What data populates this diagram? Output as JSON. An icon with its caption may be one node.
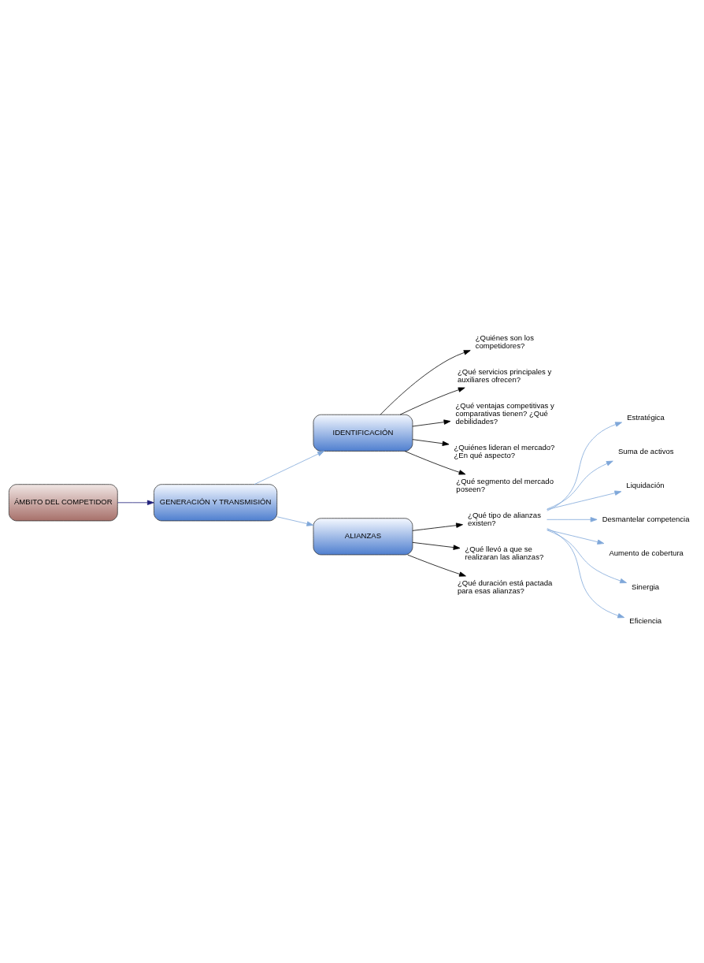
{
  "diagram": {
    "nodes": [
      {
        "text": [
          "ÁMBITO DEL COMPETIDOR"
        ]
      },
      {
        "text": [
          "GENERACIÓN Y TRANSMISIÓN"
        ]
      },
      {
        "text": [
          "IDENTIFICACIÓN"
        ]
      },
      {
        "text": [
          "¿Quiénes son los competidores?"
        ]
      },
      {
        "text": [
          "¿Qué servicios principales y auxiliares ofrecen?"
        ]
      },
      {
        "text": [
          "¿Qué ventajas competitivas y comparativas tienen? ¿Qué debilidades?"
        ]
      },
      {
        "text": [
          "¿Quiénes lideran el mercado? ¿En qué aspecto?"
        ]
      },
      {
        "text": [
          "¿Qué segmento del mercado poseen?"
        ]
      },
      {
        "text": [
          "ALIANZAS"
        ]
      },
      {
        "text": [
          "¿Qué tipo de alianzas existen?"
        ]
      },
      {
        "text": [
          "¿Qué llevó a que se realizaran las alianzas?"
        ]
      },
      {
        "text": [
          "¿Qué duración está pactada para esas alianzas?"
        ]
      },
      {
        "text": [
          "Estratégica"
        ]
      },
      {
        "text": [
          "Suma de activos"
        ]
      },
      {
        "text": [
          "Liquidación"
        ]
      },
      {
        "text": [
          "Desmantelar competencia"
        ]
      },
      {
        "text": [
          "Aumento de cobertura"
        ]
      },
      {
        "text": [
          "Sinergia"
        ]
      },
      {
        "text": [
          "Eficiencia"
        ]
      }
    ],
    "edges": [
      {
        "from": 0,
        "to": 1,
        "arrow": "to",
        "color": "#1f1f7a"
      },
      {
        "from": 1,
        "to": 2,
        "arrow": "to",
        "color": "#7fa7d9"
      },
      {
        "from": 1,
        "to": 8,
        "arrow": "to",
        "color": "#7fa7d9"
      },
      {
        "from": 2,
        "to": 3,
        "arrow": "to",
        "color": "#000000"
      },
      {
        "from": 2,
        "to": 4,
        "arrow": "to",
        "color": "#000000"
      },
      {
        "from": 2,
        "to": 5,
        "arrow": "to",
        "color": "#000000"
      },
      {
        "from": 2,
        "to": 6,
        "arrow": "to",
        "color": "#000000"
      },
      {
        "from": 2,
        "to": 7,
        "arrow": "to",
        "color": "#000000"
      },
      {
        "from": 8,
        "to": 9,
        "arrow": "to",
        "color": "#000000"
      },
      {
        "from": 8,
        "to": 10,
        "arrow": "to",
        "color": "#000000"
      },
      {
        "from": 8,
        "to": 11,
        "arrow": "to",
        "color": "#000000"
      },
      {
        "from": 9,
        "to": 12,
        "arrow": "to",
        "color": "#7fa7d9"
      },
      {
        "from": 9,
        "to": 13,
        "arrow": "to",
        "color": "#7fa7d9"
      },
      {
        "from": 9,
        "to": 14,
        "arrow": "to",
        "color": "#7fa7d9"
      },
      {
        "from": 9,
        "to": 15,
        "arrow": "to",
        "color": "#7fa7d9"
      },
      {
        "from": 9,
        "to": 16,
        "arrow": "to",
        "color": "#7fa7d9"
      },
      {
        "from": 9,
        "to": 17,
        "arrow": "to",
        "color": "#7fa7d9"
      },
      {
        "from": 9,
        "to": 18,
        "arrow": "to",
        "color": "#7fa7d9"
      }
    ]
  }
}
